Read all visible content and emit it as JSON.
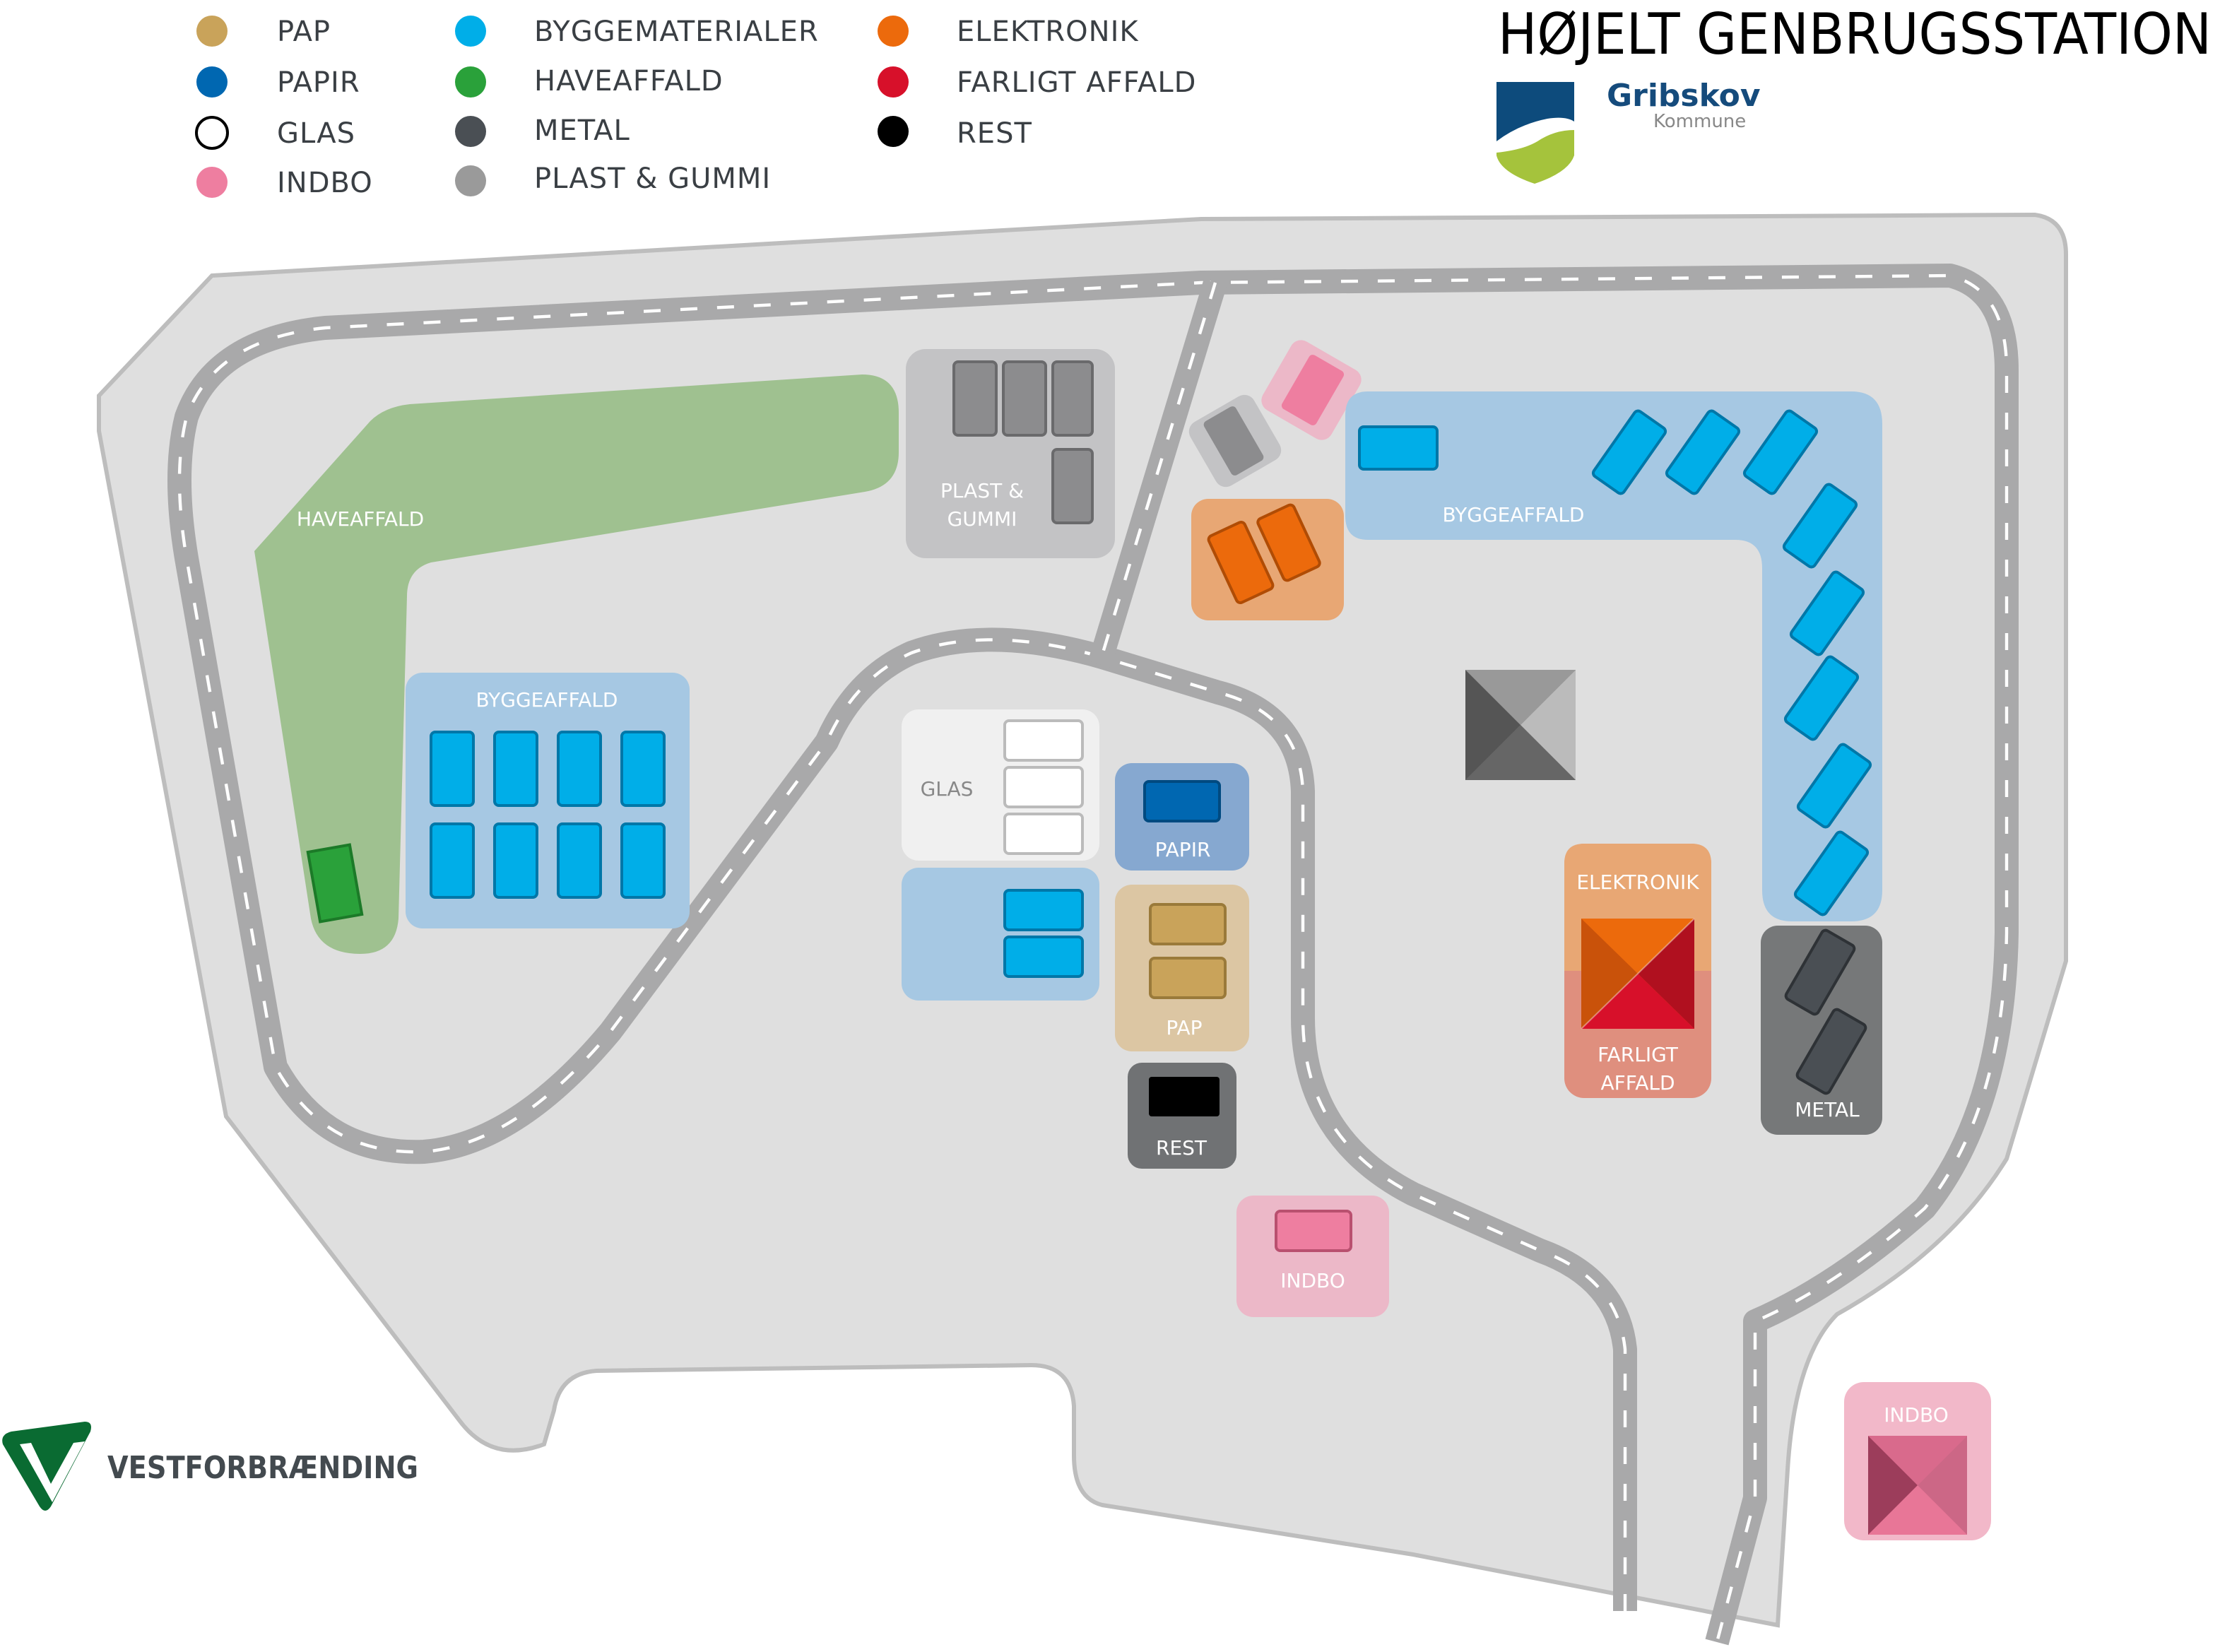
{
  "header": {
    "title": "HØJELT GENBRUGSSTATION",
    "municipality_name": "Gribskov",
    "municipality_sub": "Kommune"
  },
  "footer": {
    "operator_logo": "VESTFORBRÆNDING"
  },
  "legend": [
    {
      "label": "PAP",
      "color": "#c9a35a"
    },
    {
      "label": "PAPIR",
      "color": "#0067b1"
    },
    {
      "label": "GLAS",
      "color": "#ffffff"
    },
    {
      "label": "INDBO",
      "color": "#ee7ea0"
    },
    {
      "label": "BYGGEMATERIALER",
      "color": "#00aee8"
    },
    {
      "label": "HAVEAFFALD",
      "color": "#2aa13a"
    },
    {
      "label": "METAL",
      "color": "#4a4f54"
    },
    {
      "label": "PLAST & GUMMI",
      "color": "#9a9a9a"
    },
    {
      "label": "ELEKTRONIK",
      "color": "#ec6a0c"
    },
    {
      "label": "FARLIGT AFFALD",
      "color": "#d7102a"
    },
    {
      "label": "REST",
      "color": "#000000"
    }
  ],
  "zones": {
    "haveaffald": "HAVEAFFALD",
    "byggeaffald_left": "BYGGEAFFALD",
    "plast_1": "PLAST &",
    "plast_2": "GUMMI",
    "byggeaffald_right": "BYGGEAFFALD",
    "glas": "GLAS",
    "papir": "PAPIR",
    "pap": "PAP",
    "rest": "REST",
    "indbo": "INDBO",
    "elektronik": "ELEKTRONIK",
    "farligt_1": "FARLIGT",
    "farligt_2": "AFFALD",
    "metal": "METAL",
    "indbo_2": "INDBO"
  }
}
